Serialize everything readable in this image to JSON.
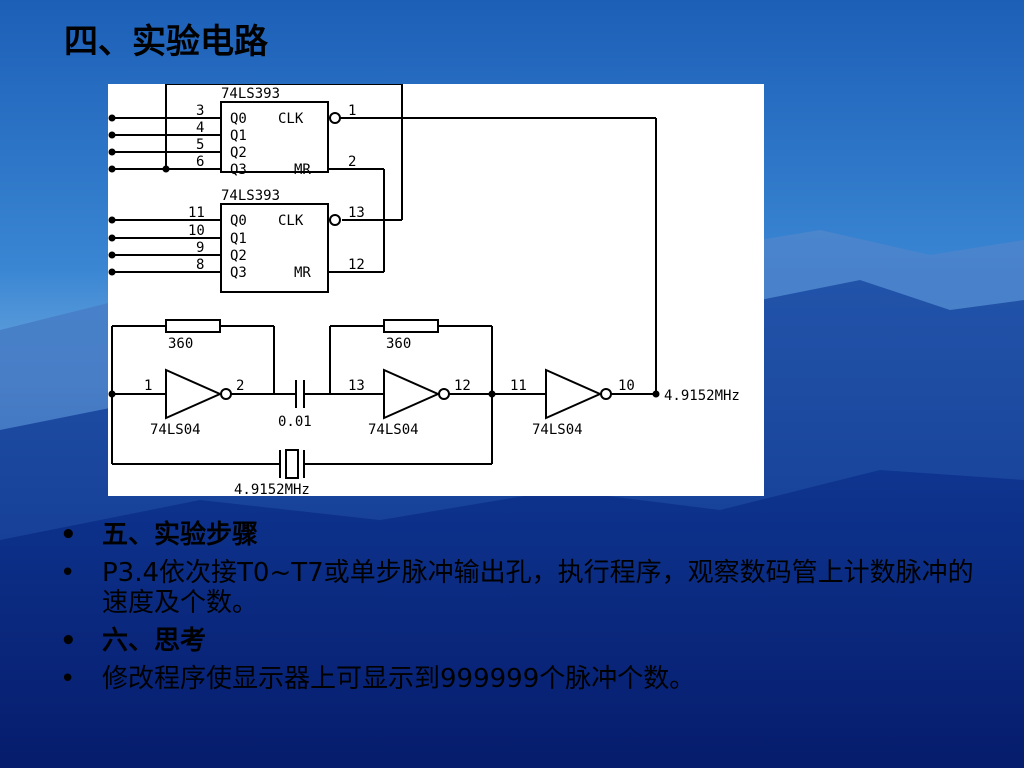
{
  "slide": {
    "title": "四、实验电路",
    "bullets": [
      {
        "text": "五、实验步骤",
        "bold": true
      },
      {
        "text": "P3.4依次接T0~T7或单步脉冲输出孔，执行程序，观察数码管上计数脉冲的速度及个数。",
        "bold": false
      },
      {
        "text": "六、思考",
        "bold": true
      },
      {
        "text": "修改程序使显示器上可显示到999999个脉冲个数。",
        "bold": false
      }
    ],
    "bullet_glyph": "•"
  },
  "circuit": {
    "chip1": {
      "name": "74LS393",
      "q0": "Q0",
      "q1": "Q1",
      "q2": "Q2",
      "q3": "Q3",
      "clk": "CLK",
      "mr": "MR",
      "pins": {
        "q0": "3",
        "q1": "4",
        "q2": "5",
        "q3": "6",
        "clk": "1",
        "mr": "2"
      }
    },
    "chip2": {
      "name": "74LS393",
      "q0": "Q0",
      "q1": "Q1",
      "q2": "Q2",
      "q3": "Q3",
      "clk": "CLK",
      "mr": "MR",
      "pins": {
        "q0": "11",
        "q1": "10",
        "q2": "9",
        "q3": "8",
        "clk": "13",
        "mr": "12"
      }
    },
    "resistor1": "360",
    "resistor2": "360",
    "inv1": {
      "name": "74LS04",
      "in": "1",
      "out": "2"
    },
    "inv2": {
      "name": "74LS04",
      "in": "13",
      "out": "12"
    },
    "inv3": {
      "name": "74LS04",
      "in": "11",
      "out": "10"
    },
    "capacitor": "0.01",
    "crystal": "4.9152MHz",
    "output_freq": "4.9152MHz"
  },
  "colors": {
    "sky_top": "#1f63b8",
    "sky_mid": "#3f8ad6",
    "mountain_dark": "#0a2f8a",
    "mountain_deep": "#06217a"
  }
}
